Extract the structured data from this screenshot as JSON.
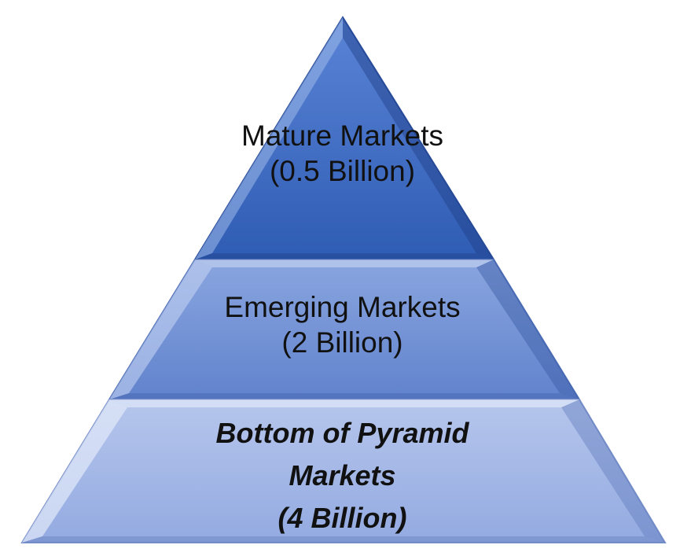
{
  "tiers": [
    {
      "lines": [
        "Mature Markets",
        "(0.5 Billion)"
      ],
      "color": "#3c68bf"
    },
    {
      "lines": [
        "Emerging Markets",
        "(2 Billion)"
      ],
      "color": "#6d8ed4"
    },
    {
      "lines": [
        "Bottom of Pyramid",
        "Markets",
        "(4 Billion)"
      ],
      "color": "#a7b8e4"
    }
  ]
}
